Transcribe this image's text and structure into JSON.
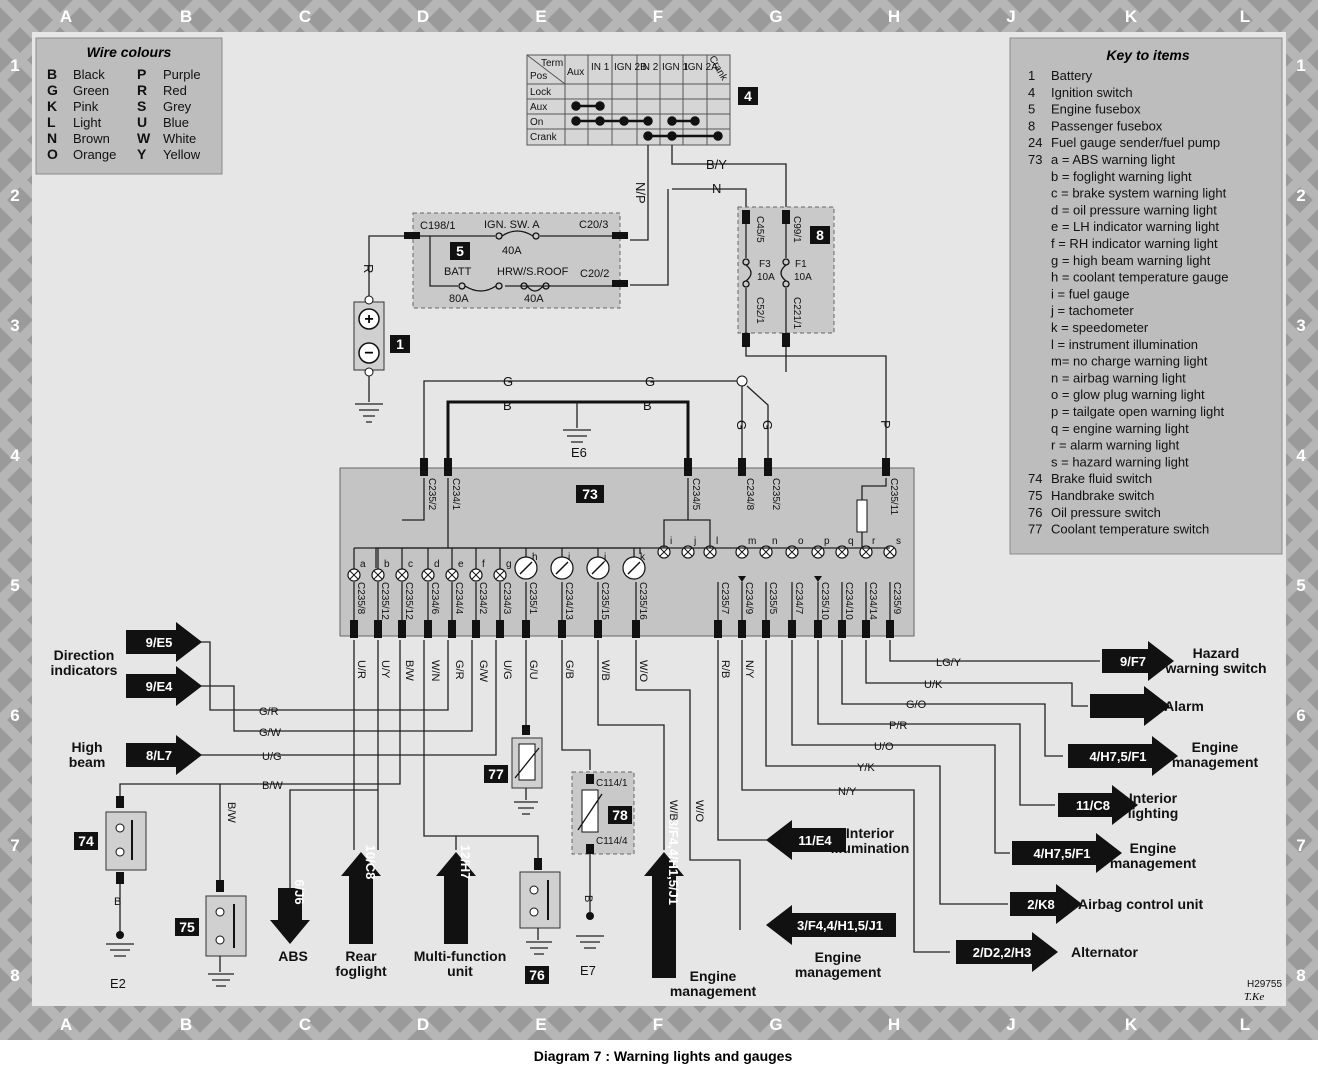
{
  "grid": {
    "columns": [
      "A",
      "B",
      "C",
      "D",
      "E",
      "F",
      "G",
      "H",
      "J",
      "K",
      "L"
    ],
    "rows": [
      "1",
      "2",
      "3",
      "4",
      "5",
      "6",
      "7",
      "8"
    ]
  },
  "wire_colours": {
    "title": "Wire colours",
    "left": [
      [
        "B",
        "Black"
      ],
      [
        "G",
        "Green"
      ],
      [
        "K",
        "Pink"
      ],
      [
        "L",
        "Light"
      ],
      [
        "N",
        "Brown"
      ],
      [
        "O",
        "Orange"
      ]
    ],
    "right": [
      [
        "P",
        "Purple"
      ],
      [
        "R",
        "Red"
      ],
      [
        "S",
        "Grey"
      ],
      [
        "U",
        "Blue"
      ],
      [
        "W",
        "White"
      ],
      [
        "Y",
        "Yellow"
      ]
    ]
  },
  "key": {
    "title": "Key to items",
    "items": [
      [
        "1",
        "Battery"
      ],
      [
        "4",
        "Ignition switch"
      ],
      [
        "5",
        "Engine fusebox"
      ],
      [
        "8",
        "Passenger fusebox"
      ],
      [
        "24",
        "Fuel gauge sender/fuel pump"
      ],
      [
        "73",
        "a = ABS warning light"
      ],
      [
        "",
        "b = foglight warning light"
      ],
      [
        "",
        "c = brake system warning light"
      ],
      [
        "",
        "d = oil pressure warning light"
      ],
      [
        "",
        "e = LH indicator warning light"
      ],
      [
        "",
        "f = RH indicator warning light"
      ],
      [
        "",
        "g = high beam warning light"
      ],
      [
        "",
        "h = coolant temperature gauge"
      ],
      [
        "",
        "i = fuel gauge"
      ],
      [
        "",
        "j = tachometer"
      ],
      [
        "",
        "k = speedometer"
      ],
      [
        "",
        "l = instrument illumination"
      ],
      [
        "",
        "m= no charge warning light"
      ],
      [
        "",
        "n = airbag warning light"
      ],
      [
        "",
        "o = glow plug warning light"
      ],
      [
        "",
        "p = tailgate open warning light"
      ],
      [
        "",
        "q = engine warning light"
      ],
      [
        "",
        "r = alarm warning light"
      ],
      [
        "",
        "s = hazard warning light"
      ],
      [
        "74",
        "Brake fluid switch"
      ],
      [
        "75",
        "Handbrake switch"
      ],
      [
        "76",
        "Oil pressure switch"
      ],
      [
        "77",
        "Coolant temperature switch"
      ]
    ]
  },
  "ignition_switch": {
    "term": "Term",
    "pos": "Pos",
    "columns": [
      "Aux",
      "IN 1",
      "IGN 2B",
      "IN 2",
      "IGN 1",
      "IGN 2A",
      "Crank"
    ],
    "rows": [
      "Lock",
      "Aux",
      "On",
      "Crank"
    ],
    "tag": "4"
  },
  "fusebox5": {
    "tag": "5",
    "c198": "C198/1",
    "ign_sw": "IGN. SW. A",
    "fuse1": "40A",
    "c20_3": "C20/3",
    "batt": "BATT",
    "fuse2": "80A",
    "hrw": "HRW/S.ROOF",
    "fuse3": "40A",
    "c20_2": "C20/2"
  },
  "fusebox8": {
    "tag": "8",
    "c45": "C45/5",
    "c99": "C99/1",
    "f3": "F3",
    "f3a": "10A",
    "f1": "F1",
    "f1a": "10A",
    "c52": "C52/1",
    "c221": "C221/1"
  },
  "battery_tag": "1",
  "cluster_tag": "73",
  "wire_labels": {
    "by": "B/Y",
    "n": "N",
    "np": "N/P",
    "r": "R",
    "g1": "G",
    "g2": "G",
    "b1": "B",
    "b2": "B",
    "g3": "G",
    "g4": "G",
    "p": "P",
    "e6": "E6"
  },
  "top_connectors": [
    "C235/2",
    "C234/1",
    "C234/5",
    "C234/8",
    "C235/2",
    "C235/11"
  ],
  "bottom_connectors": [
    "C235/8",
    "C235/12",
    "C235/12",
    "C234/6",
    "C234/4",
    "C234/2",
    "C234/3",
    "C235/1",
    "C234/13",
    "C235/15",
    "C235/16",
    "C235/7",
    "C234/9",
    "C235/5",
    "C234/7",
    "C235/10",
    "C234/10",
    "C234/14",
    "C235/9"
  ],
  "lamp_letters": [
    "a",
    "b",
    "c",
    "d",
    "e",
    "f",
    "g",
    "h",
    "i",
    "j",
    "k",
    "i",
    "j",
    "l",
    "m",
    "n",
    "o",
    "p",
    "q",
    "r",
    "s"
  ],
  "bottom_wires": [
    "U/R",
    "U/Y",
    "B/W",
    "W/N",
    "G/R",
    "G/W",
    "U/G",
    "G/U",
    "G/B",
    "W/B",
    "W/O",
    "R/B",
    "N/Y"
  ],
  "left_wires": [
    "G/R",
    "G/W",
    "U/G",
    "B/W"
  ],
  "right_wires": [
    "LG/Y",
    "U/K",
    "G/O",
    "P/R",
    "U/O",
    "Y/K",
    "N/Y"
  ],
  "vertical_wires": [
    "B/W",
    "W/B",
    "W/O",
    "B",
    "B"
  ],
  "left_refs": [
    {
      "ref": "9/E5",
      "label1": "Direction",
      "label2": "indicators"
    },
    {
      "ref": "9/E4",
      "label1": "",
      "label2": ""
    },
    {
      "ref": "8/L7",
      "label1": "High",
      "label2": "beam"
    }
  ],
  "right_refs": [
    {
      "ref": "9/F7",
      "label1": "Hazard",
      "label2": "warning switch"
    },
    {
      "ref": "",
      "label1": "Alarm",
      "label2": ""
    },
    {
      "ref": "4/H7,5/F1",
      "label1": "Engine",
      "label2": "management"
    },
    {
      "ref": "11/C8",
      "label1": "Interior",
      "label2": "lighting"
    },
    {
      "ref": "4/H7,5/F1",
      "label1": "Engine",
      "label2": "management"
    },
    {
      "ref": "2/K8",
      "label1": "Airbag control unit",
      "label2": ""
    },
    {
      "ref": "2/D2,2/H3",
      "label1": "Alternator",
      "label2": ""
    }
  ],
  "mid_refs": [
    {
      "ref": "11/E4",
      "label1": "Interior",
      "label2": "illumination"
    },
    {
      "ref": "3/F4,4/H1,5/J1",
      "label1": "Engine",
      "label2": "management"
    }
  ],
  "down_refs": [
    {
      "ref": "6/J6",
      "label1": "ABS",
      "label2": ""
    },
    {
      "ref": "10/C8",
      "label1": "Rear",
      "label2": "foglight"
    },
    {
      "ref": "12/H7",
      "label1": "Multi-function",
      "label2": "unit"
    },
    {
      "ref": "3/F4,4/H1,5/J1",
      "label1": "Engine",
      "label2": "management"
    }
  ],
  "component_tags": {
    "t74": "74",
    "t75": "75",
    "t76": "76",
    "t77": "77",
    "t78": "78",
    "c114_1": "C114/1",
    "c114_4": "C114/4"
  },
  "earths": {
    "e2": "E2",
    "e7": "E7"
  },
  "ref_code": "H29755",
  "signature": "T.Ke",
  "caption": "Diagram 7 : Warning lights and gauges"
}
